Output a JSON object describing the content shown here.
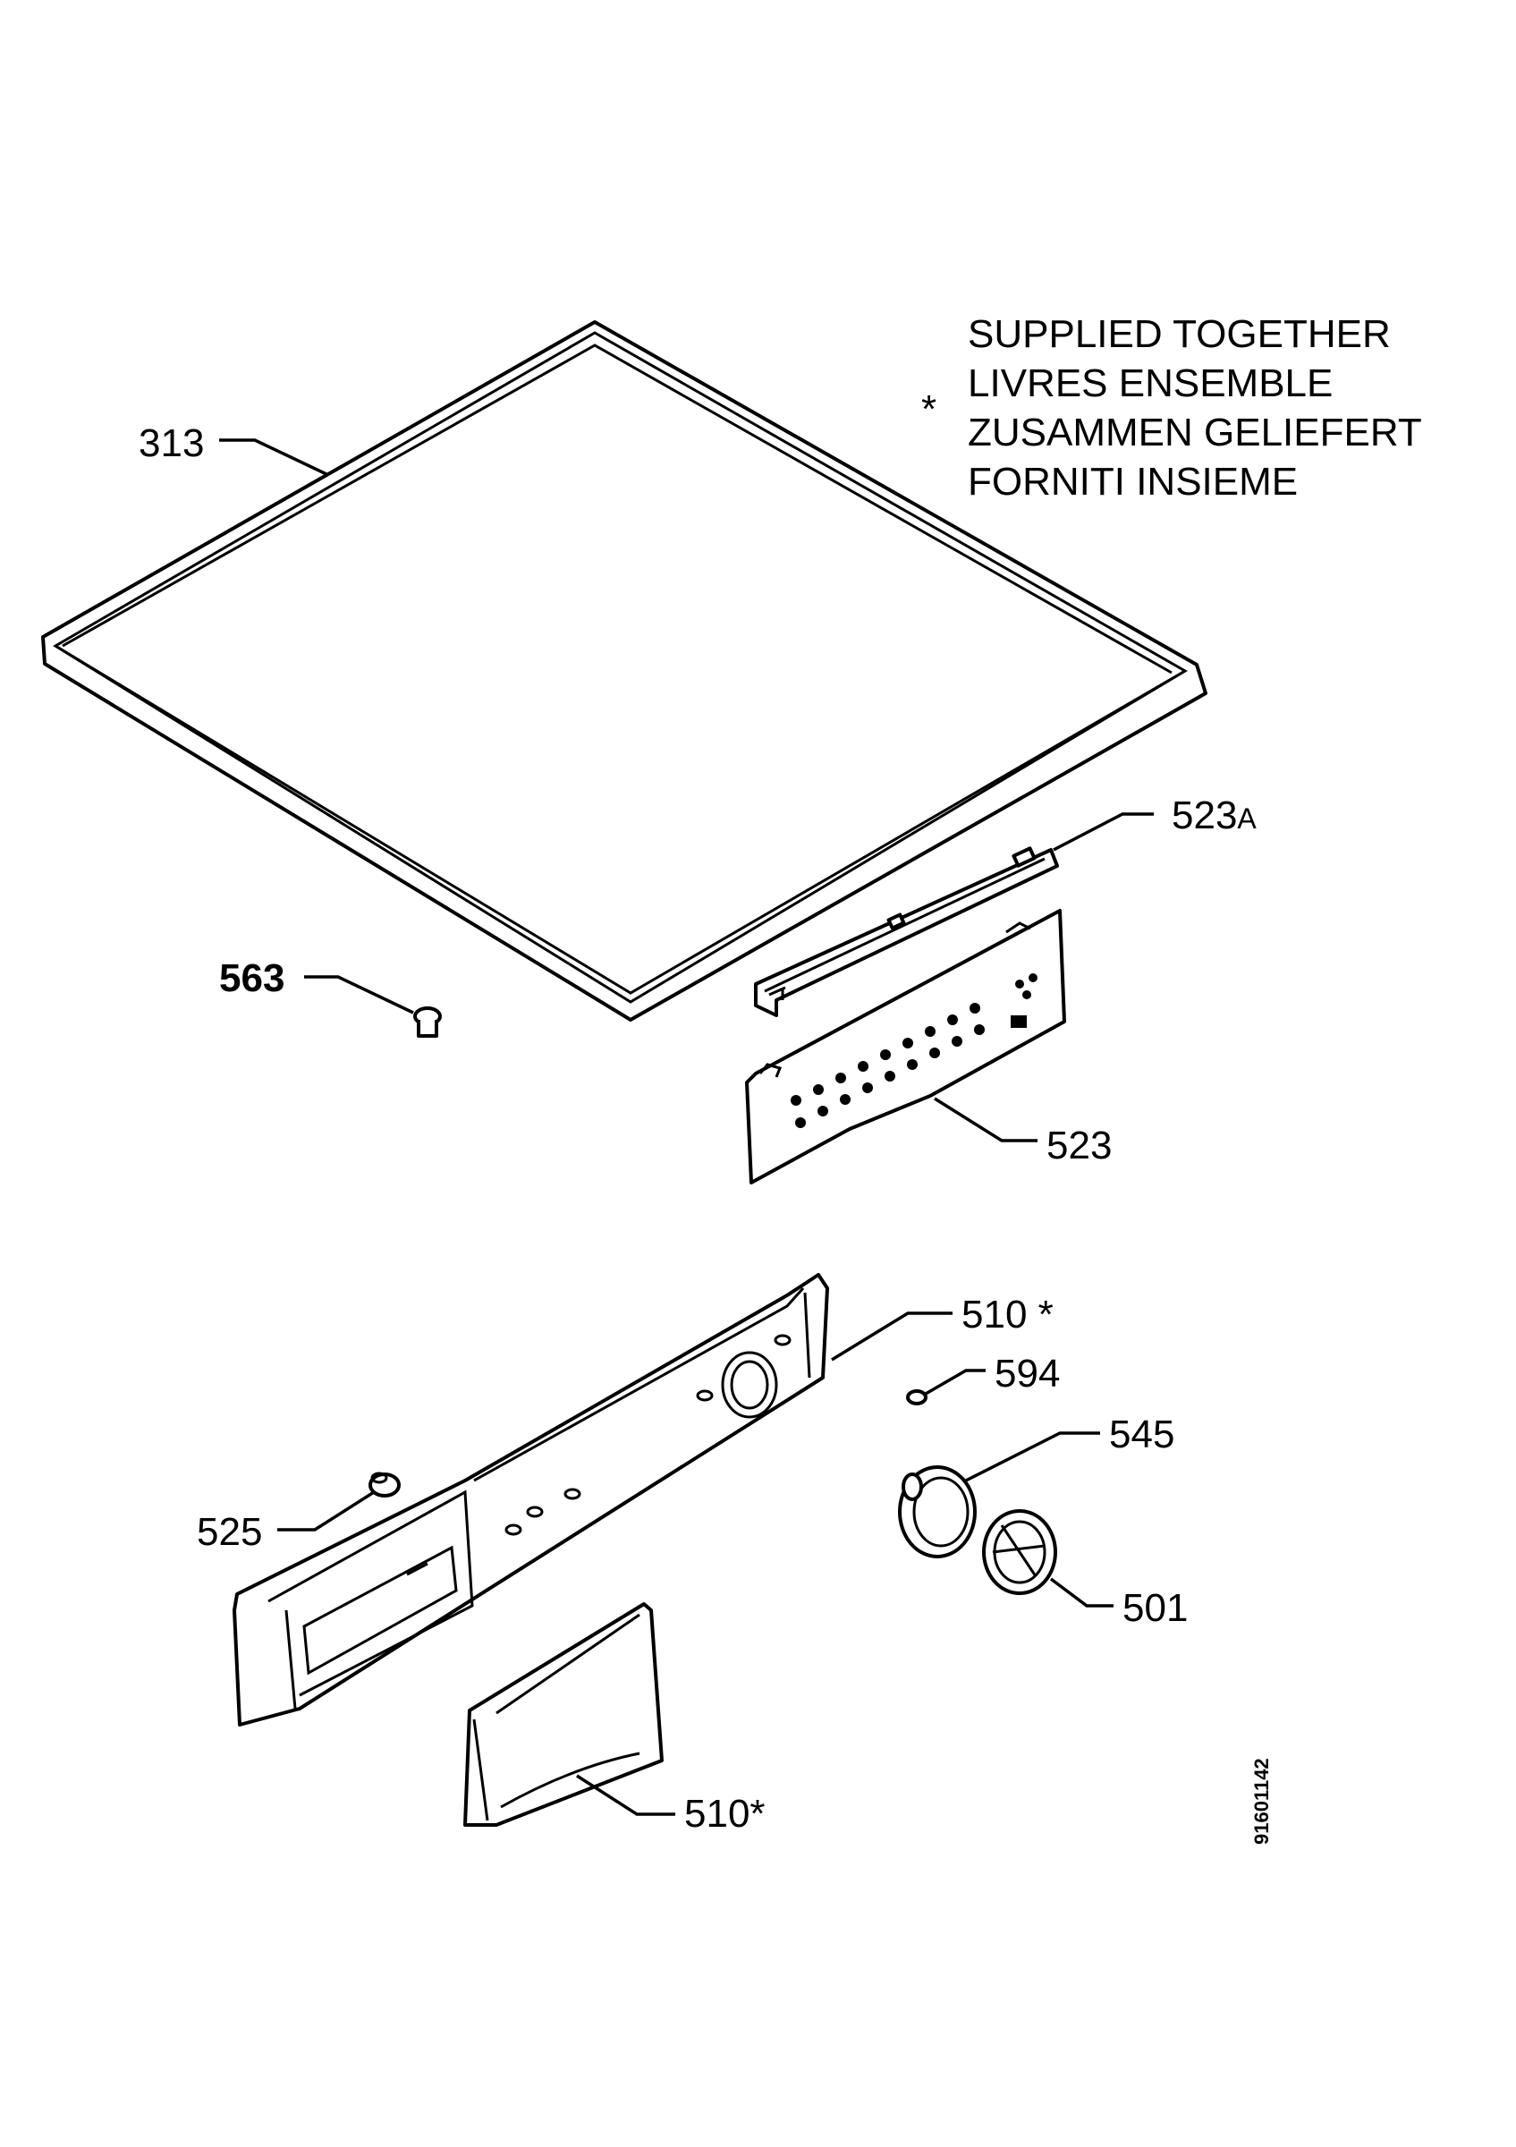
{
  "note": {
    "symbol": "*",
    "lines": [
      "SUPPLIED TOGETHER",
      "LIVRES ENSEMBLE",
      "ZUSAMMEN GELIEFERT",
      "FORNITI INSIEME"
    ]
  },
  "parts": {
    "p313": "313",
    "p523a": "523",
    "p523a_suffix": "A",
    "p563": "563",
    "p523": "523",
    "p510_top": "510 *",
    "p594": "594",
    "p545": "545",
    "p525": "525",
    "p501": "501",
    "p510_bottom": "510*"
  },
  "drawing_code": "91601142"
}
